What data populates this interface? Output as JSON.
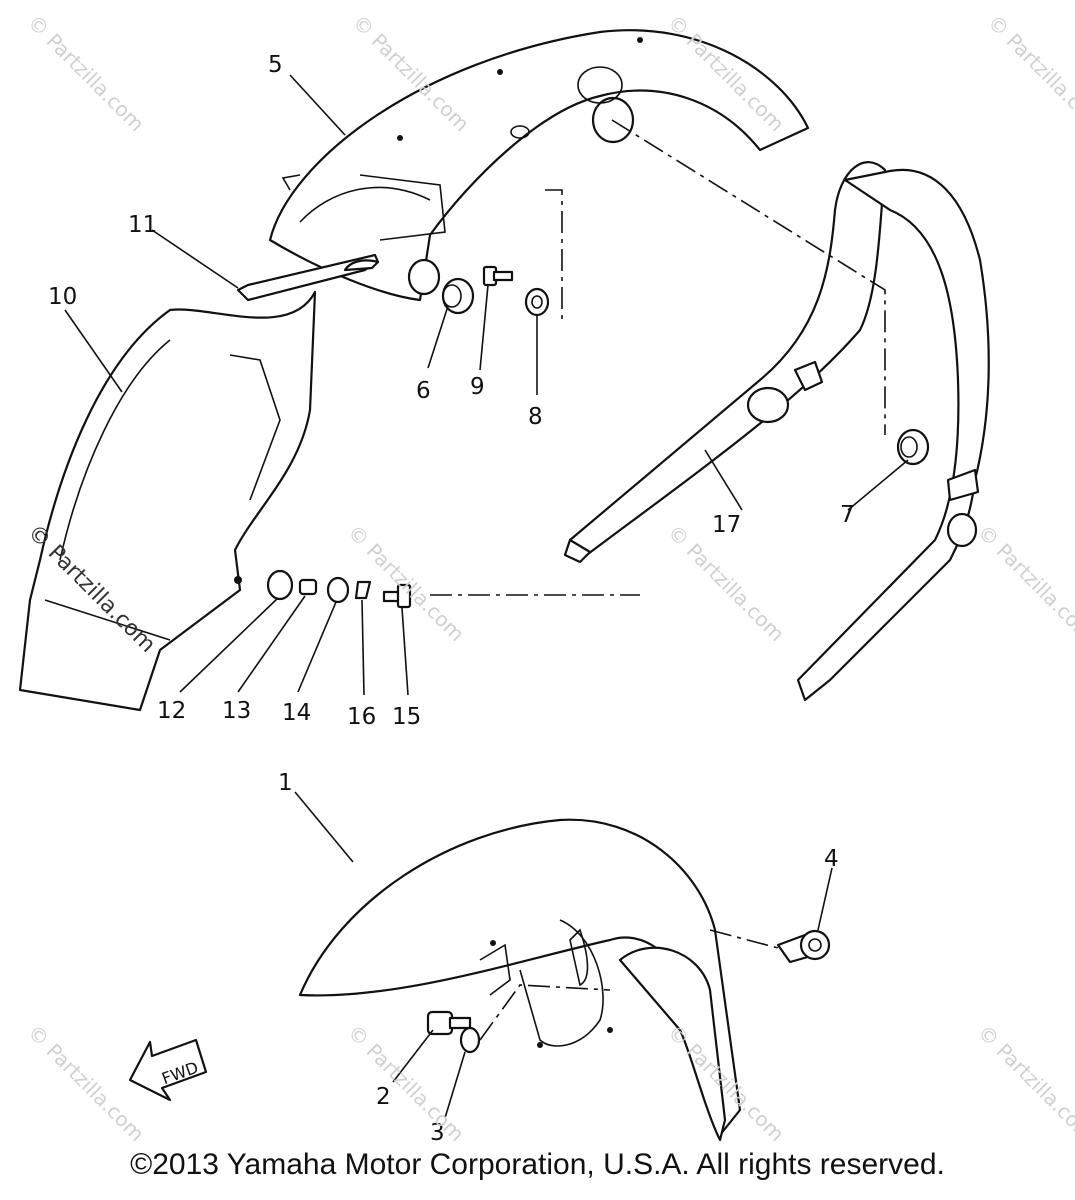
{
  "watermark": "© Partzilla.com",
  "copyright": "©2013 Yamaha Motor Corporation, U.S.A. All rights reserved.",
  "fwd_label": "FWD",
  "callouts": [
    "1",
    "2",
    "3",
    "4",
    "5",
    "6",
    "7",
    "8",
    "9",
    "10",
    "11",
    "12",
    "13",
    "14",
    "15",
    "16",
    "17"
  ]
}
